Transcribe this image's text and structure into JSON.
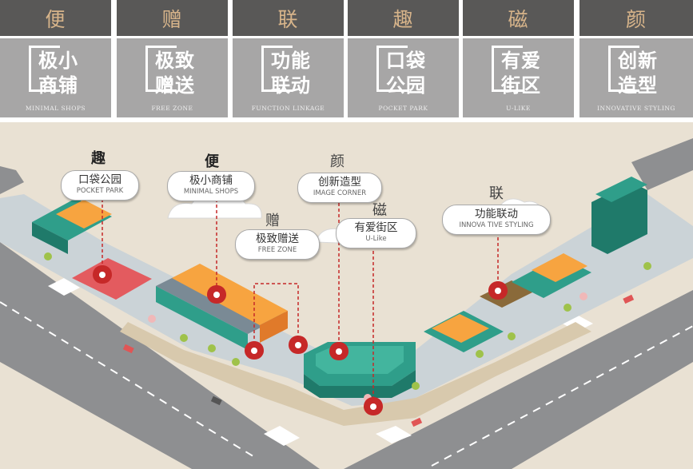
{
  "banner": [
    {
      "head": "便",
      "line1": "极小",
      "line2": "商铺",
      "sub": "MINIMAL SHOPS"
    },
    {
      "head": "赠",
      "line1": "极致",
      "line2": "赠送",
      "sub": "FREE ZONE"
    },
    {
      "head": "联",
      "line1": "功能",
      "line2": "联动",
      "sub": "FUNCTION LINKAGE"
    },
    {
      "head": "趣",
      "line1": "口袋",
      "line2": "公园",
      "sub": "POCKET PARK"
    },
    {
      "head": "磁",
      "line1": "有爱",
      "line2": "街区",
      "sub": "U-LIKE"
    },
    {
      "head": "颜",
      "line1": "创新",
      "line2": "造型",
      "sub": "INNOVATIVE STYLING"
    }
  ],
  "map": {
    "tags": {
      "qu": "趣",
      "bian": "便",
      "zeng": "赠",
      "yan": "颜",
      "ci": "磁",
      "lian": "联"
    },
    "callouts": {
      "pocket_park": {
        "zh": "口袋公园",
        "en": "POCKET PARK"
      },
      "minimal_shops": {
        "zh": "极小商铺",
        "en": "MINIMAL SHOPS"
      },
      "free_zone": {
        "zh": "极致赠送",
        "en": "FREE ZONE"
      },
      "image_corner": {
        "zh": "创新造型",
        "en": "IMAGE CORNER"
      },
      "u_like": {
        "zh": "有爱街区",
        "en": "U-Like"
      },
      "innova_styling": {
        "zh": "功能联动",
        "en": "INNOVA TIVE STYLING"
      }
    }
  },
  "colors": {
    "header_bg": "#595857",
    "header_text": "#d7b48a",
    "card_bg": "#a7a6a6",
    "ground": "#e9e1d3",
    "road": "#8e8f91",
    "sidewalk": "#cbd3d7",
    "teal": "#2f9e8a",
    "orange": "#f7a440",
    "marker": "#c62828"
  }
}
